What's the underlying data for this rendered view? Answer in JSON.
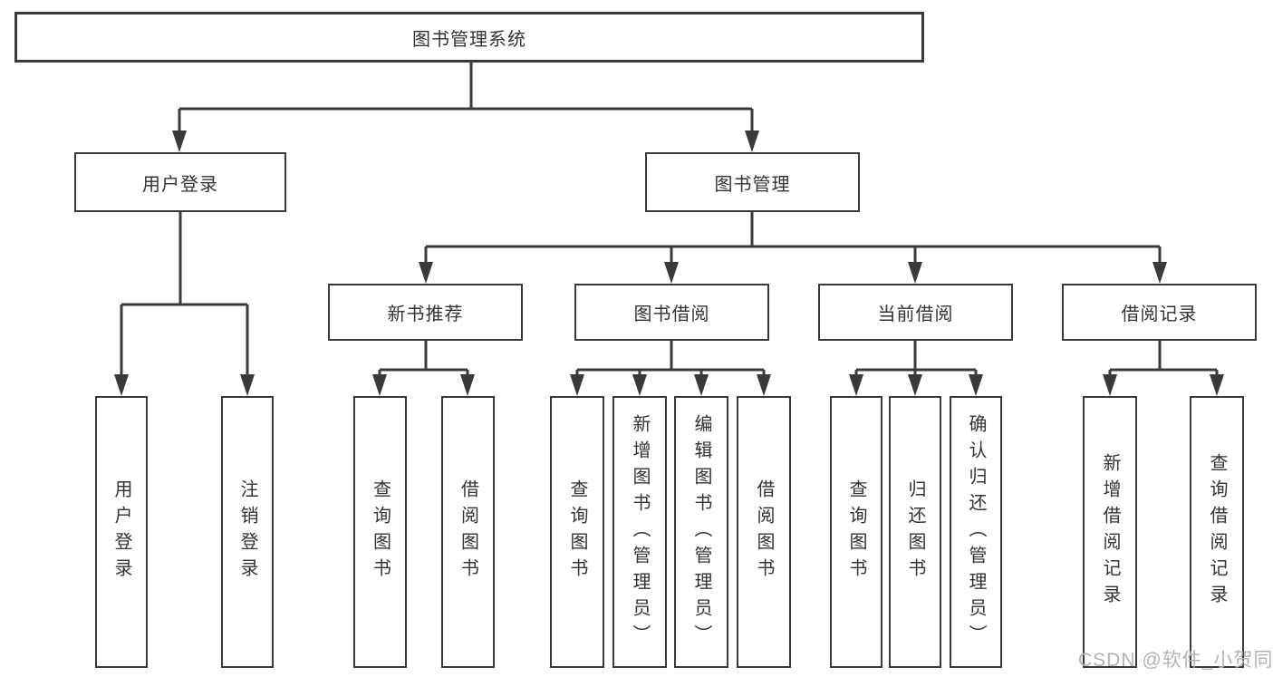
{
  "diagram_type": "hierarchy",
  "tree": {
    "label": "图书管理系统",
    "children": [
      {
        "label": "用户登录",
        "children": [
          {
            "label": "用户登录"
          },
          {
            "label": "注销登录"
          }
        ]
      },
      {
        "label": "图书管理",
        "children": [
          {
            "label": "新书推荐",
            "children": [
              {
                "label": "查询图书"
              },
              {
                "label": "借阅图书"
              }
            ]
          },
          {
            "label": "图书借阅",
            "children": [
              {
                "label": "查询图书"
              },
              {
                "label": "新增图书（管理员）"
              },
              {
                "label": "编辑图书（管理员）"
              },
              {
                "label": "借阅图书"
              }
            ]
          },
          {
            "label": "当前借阅",
            "children": [
              {
                "label": "查询图书"
              },
              {
                "label": "归还图书"
              },
              {
                "label": "确认归还（管理员）"
              }
            ]
          },
          {
            "label": "借阅记录",
            "children": [
              {
                "label": "新增借阅记录"
              },
              {
                "label": "查询借阅记录"
              }
            ]
          }
        ]
      }
    ]
  },
  "watermark": {
    "text": "CSDN @软件_小贺同学",
    "color": "#b3b3b3"
  },
  "colors": {
    "line": "#3a3a3a",
    "border": "#3a3a3a",
    "text": "#333333",
    "background": "#ffffff"
  }
}
